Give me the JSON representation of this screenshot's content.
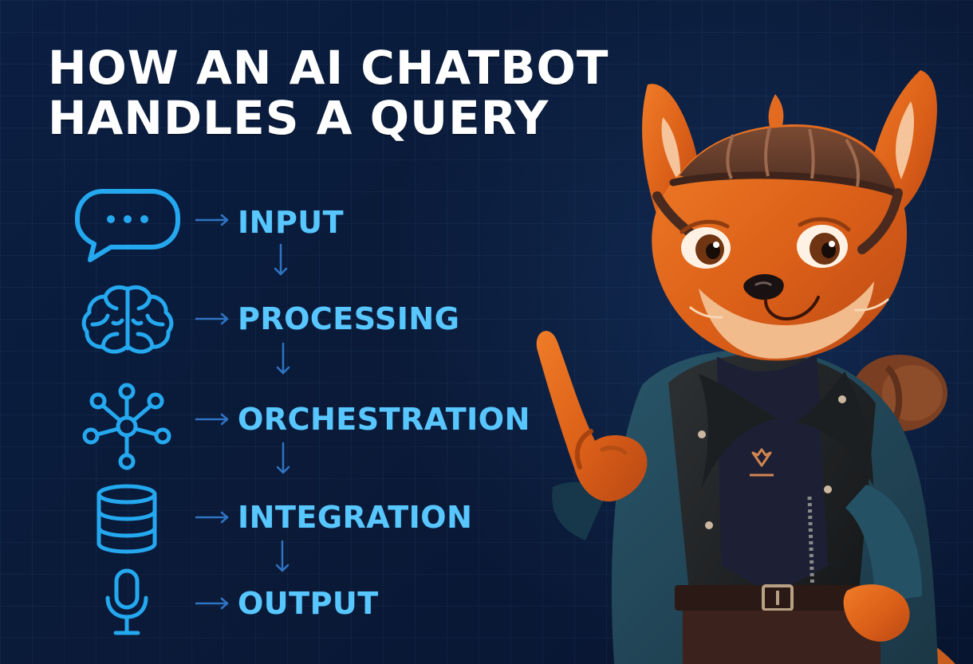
{
  "title": {
    "lines": [
      "HOW AN AI CHATBOT",
      "HANDLES A QUERY"
    ]
  },
  "flow": {
    "steps": [
      {
        "label": "INPUT",
        "icon": "chat-bubble-icon"
      },
      {
        "label": "PROCESSING",
        "icon": "brain-icon"
      },
      {
        "label": "ORCHESTRATION",
        "icon": "network-hub-icon"
      },
      {
        "label": "INTEGRATION",
        "icon": "database-icon"
      },
      {
        "label": "OUTPUT",
        "icon": "microphone-icon"
      }
    ]
  },
  "colors": {
    "background": "#0a1a38",
    "title": "#ffffff",
    "step_label": "#58c6ff",
    "icon": "#24a8ef",
    "arrow": "#2f74c3",
    "fox_fur": "#e56b1f",
    "jacket": "#24495d"
  }
}
